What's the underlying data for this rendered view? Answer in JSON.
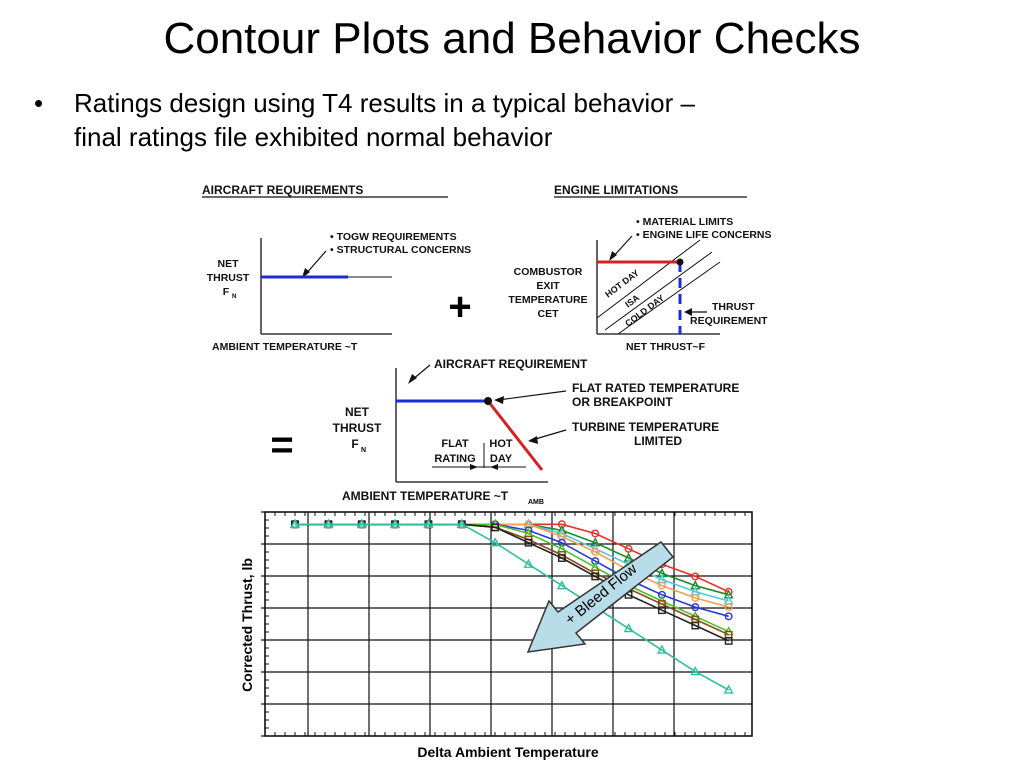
{
  "slide": {
    "title": "Contour Plots and Behavior Checks",
    "bullet": {
      "line1": "Ratings design using T4 results in a typical behavior –",
      "line2": "final ratings file exhibited normal behavior"
    }
  },
  "aircraft_panel": {
    "heading": "AIRCRAFT REQUIREMENTS",
    "notes": [
      "• TOGW REQUIREMENTS",
      "• STRUCTURAL CONCERNS"
    ],
    "ylabel": [
      "NET",
      "THRUST",
      "F",
      "N"
    ],
    "xlabel": "AMBIENT TEMPERATURE ~T"
  },
  "engine_panel": {
    "heading": "ENGINE LIMITATIONS",
    "notes": [
      "• MATERIAL LIMITS",
      "• ENGINE LIFE CONCERNS"
    ],
    "ylabel": [
      "COMBUSTOR",
      "EXIT",
      "TEMPERATURE",
      "CET"
    ],
    "lines": [
      "HOT DAY",
      "ISA",
      "COLD DAY"
    ],
    "annotation": [
      "THRUST",
      "REQUIREMENT"
    ],
    "xlabel": "NET THRUST~F"
  },
  "operators": {
    "plus": "+",
    "equals": "="
  },
  "combined_panel": {
    "aircraft_label": "AIRCRAFT REQUIREMENT",
    "flat_rated": [
      "FLAT RATED TEMPERATURE",
      "OR BREAKPOINT"
    ],
    "turbine": [
      "TURBINE TEMPERATURE",
      "LIMITED"
    ],
    "ylabel": [
      "NET",
      "THRUST",
      "F",
      "N"
    ],
    "regions": [
      "FLAT",
      "RATING",
      "HOT",
      "DAY"
    ],
    "xlabel": "AMBIENT TEMPERATURE ~T",
    "xlabel_sub": "AMB"
  },
  "contour_chart": {
    "ylabel": "Corrected Thrust, lb",
    "xlabel": "Delta Ambient Temperature",
    "arrow_label": "+ Bleed Flow",
    "colors": {
      "red": "#e8302a",
      "green": "#1a8a2a",
      "teal": "#2ec0a0",
      "blue": "#2a3ad0",
      "orange": "#f0a050",
      "black": "#222222",
      "lime": "#4ac02a",
      "cyan": "#50c8e0",
      "brown": "#8a4a1a",
      "arrow_fill": "#b8dde8"
    }
  },
  "chart_data": {
    "type": "line",
    "title": "",
    "xlabel": "Delta Ambient Temperature",
    "ylabel": "Corrected Thrust, lb",
    "x": [
      1,
      2,
      3,
      4,
      5,
      6,
      7,
      8,
      9,
      10,
      11,
      12,
      13,
      14
    ],
    "xlim": [
      0.1,
      14.7
    ],
    "ylim": [
      0,
      7.3
    ],
    "grid": true,
    "series": [
      {
        "color": "red",
        "marker": "circle",
        "values": [
          6.9,
          6.9,
          6.9,
          6.9,
          6.9,
          6.9,
          6.9,
          6.9,
          6.9,
          6.6,
          6.1,
          5.6,
          5.2,
          4.7
        ]
      },
      {
        "color": "green",
        "marker": "triangle",
        "values": [
          6.9,
          6.9,
          6.9,
          6.9,
          6.9,
          6.9,
          6.9,
          6.9,
          6.7,
          6.3,
          5.8,
          5.3,
          4.9,
          4.6
        ]
      },
      {
        "color": "cyan",
        "marker": "triangle",
        "values": [
          6.9,
          6.9,
          6.9,
          6.9,
          6.9,
          6.9,
          6.9,
          6.9,
          6.6,
          6.1,
          5.6,
          5.1,
          4.7,
          4.4
        ]
      },
      {
        "color": "orange",
        "marker": "circle",
        "values": [
          6.9,
          6.9,
          6.9,
          6.9,
          6.9,
          6.9,
          6.9,
          6.9,
          6.5,
          6.0,
          5.4,
          4.9,
          4.5,
          4.2
        ]
      },
      {
        "color": "blue",
        "marker": "circle",
        "values": [
          6.9,
          6.9,
          6.9,
          6.9,
          6.9,
          6.9,
          6.9,
          6.7,
          6.3,
          5.7,
          5.1,
          4.6,
          4.2,
          3.9
        ]
      },
      {
        "color": "lime",
        "marker": "triangle",
        "values": [
          6.9,
          6.9,
          6.9,
          6.9,
          6.9,
          6.9,
          6.9,
          6.6,
          6.1,
          5.5,
          4.9,
          4.4,
          3.9,
          3.4
        ]
      },
      {
        "color": "brown",
        "marker": "square",
        "values": [
          6.9,
          6.9,
          6.9,
          6.9,
          6.9,
          6.9,
          6.8,
          6.4,
          5.9,
          5.3,
          4.8,
          4.3,
          3.8,
          3.3
        ]
      },
      {
        "color": "black",
        "marker": "square",
        "values": [
          6.9,
          6.9,
          6.9,
          6.9,
          6.9,
          6.9,
          6.8,
          6.3,
          5.8,
          5.2,
          4.6,
          4.1,
          3.6,
          3.1
        ]
      },
      {
        "color": "teal",
        "marker": "triangle",
        "values": [
          6.9,
          6.9,
          6.9,
          6.9,
          6.9,
          6.9,
          6.3,
          5.6,
          4.9,
          4.2,
          3.5,
          2.8,
          2.1,
          1.5
        ]
      }
    ]
  }
}
